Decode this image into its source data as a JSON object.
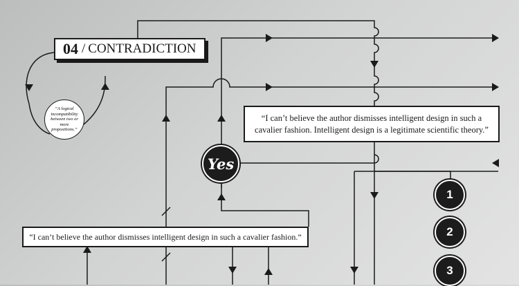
{
  "title": {
    "number": "04",
    "separator": "/",
    "term": "CONTRADICTION"
  },
  "definition": "“A logical incompatibility between two or more propositions.”",
  "quotes": {
    "right": "“I can’t believe the author dismisses intelligent design in such a cavalier fashion. Intelligent design is a legitimate scientific theory.”",
    "left": "“I can’t believe the author dismisses intelligent design in such a cavalier fashion.”"
  },
  "decision": {
    "label": "Yes"
  },
  "steps": [
    "1",
    "2",
    "3"
  ],
  "colors": {
    "line": "#1a1a1a",
    "node": "#1c1c1c",
    "box": "#ffffff"
  }
}
